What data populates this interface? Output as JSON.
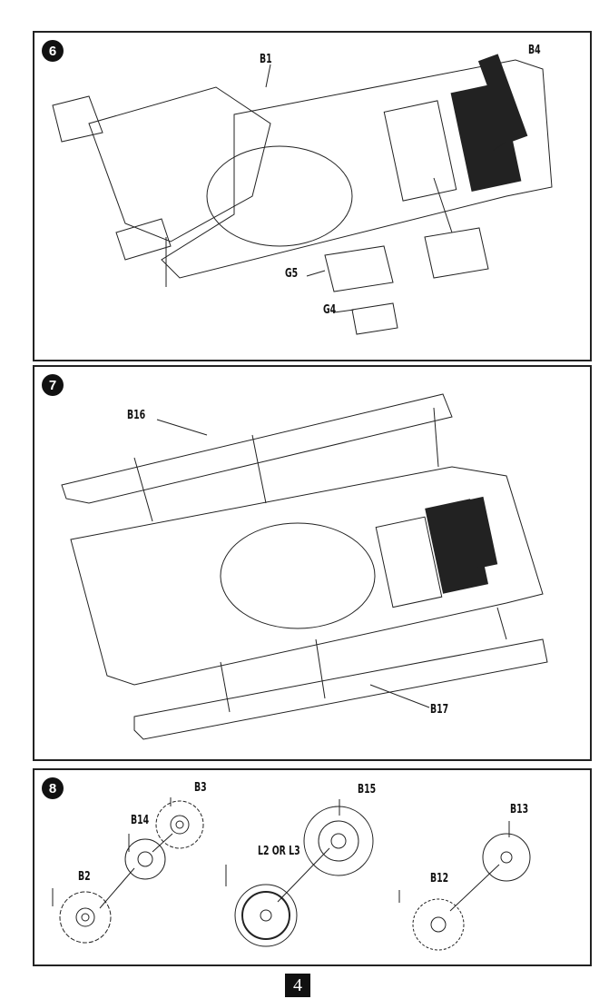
{
  "page_number": "4",
  "steps": [
    {
      "number": "6",
      "parts": [
        "B1",
        "B4",
        "G5",
        "G4"
      ],
      "subject": "hull lower deck with engine grille and rear box"
    },
    {
      "number": "7",
      "parts": [
        "B16",
        "B17"
      ],
      "subject": "hull with left and right fenders"
    },
    {
      "number": "8",
      "parts": [
        "B3",
        "B14",
        "B2",
        "B15",
        "L2 OR L3",
        "B13",
        "B12"
      ],
      "subject": "drive sprocket, road wheel and idler assemblies"
    }
  ]
}
